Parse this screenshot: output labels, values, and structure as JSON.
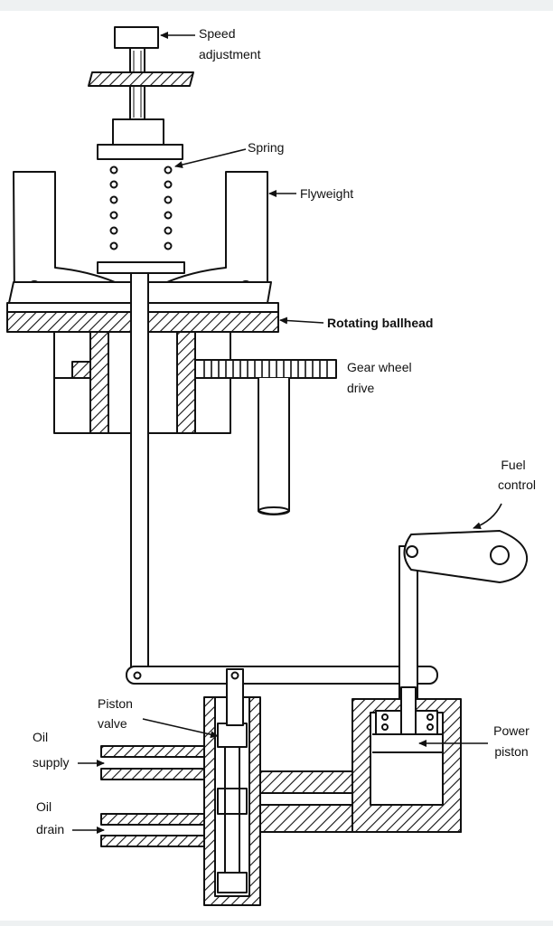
{
  "labels": {
    "speed_adjustment_1": "Speed",
    "speed_adjustment_2": "adjustment",
    "spring": "Spring",
    "flyweight": "Flyweight",
    "rotating_ballhead": "Rotating ballhead",
    "gear_wheel_1": "Gear wheel",
    "gear_wheel_2": "drive",
    "fuel_control_1": "Fuel",
    "fuel_control_2": "control",
    "piston_valve_1": "Piston",
    "piston_valve_2": "valve",
    "power_piston_1": "Power",
    "power_piston_2": "piston",
    "oil_supply_1": "Oil",
    "oil_supply_2": "supply",
    "oil_drain_1": "Oil",
    "oil_drain_2": "drain"
  },
  "colors": {
    "ink": "#111111",
    "background": "#ffffff",
    "frame": "#eef1f2"
  }
}
